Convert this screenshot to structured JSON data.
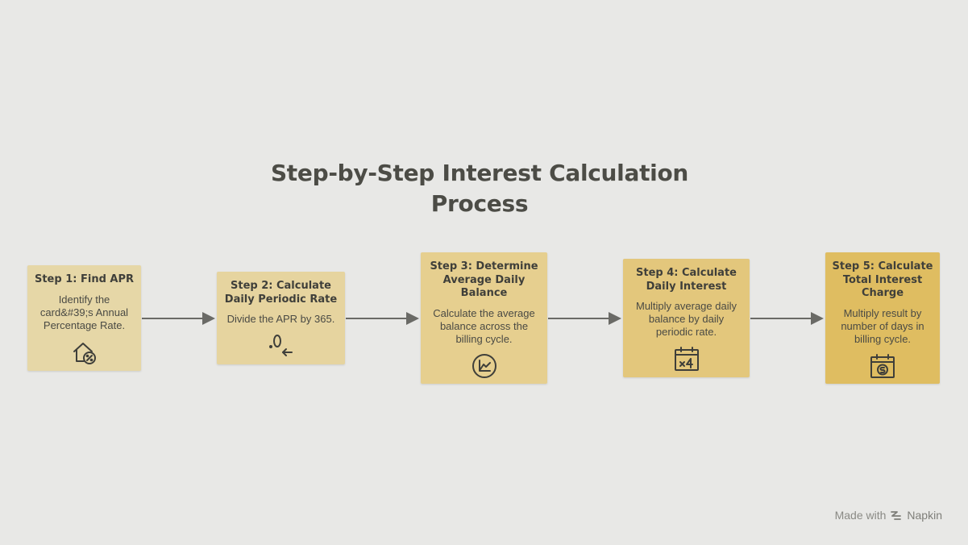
{
  "title": {
    "line1": "Step-by-Step Interest Calculation",
    "line2": "Process"
  },
  "steps": [
    {
      "title": "Step 1: Find APR",
      "description": "Identify the card&#39;s Annual Percentage Rate.",
      "icon": "house-percent-icon",
      "color": "#e6d7a7"
    },
    {
      "title": "Step 2: Calculate Daily Periodic Rate",
      "description": "Divide the APR by 365.",
      "icon": "decimal-arrow-icon",
      "color": "#e6d49f"
    },
    {
      "title": "Step 3: Determine Average Daily Balance",
      "description": "Calculate the average balance across the billing cycle.",
      "icon": "chart-circle-icon",
      "color": "#e6cf8f"
    },
    {
      "title": "Step 4: Calculate Daily Interest",
      "description": "Multiply average daily balance by daily periodic rate.",
      "icon": "calendar-multiply-icon",
      "color": "#e3c77c"
    },
    {
      "title": "Step 5: Calculate Total Interest Charge",
      "description": "Multiply result by number of days in billing cycle.",
      "icon": "calendar-money-icon",
      "color": "#dfbd61"
    }
  ],
  "footer": {
    "made_with": "Made with",
    "brand": "Napkin"
  }
}
